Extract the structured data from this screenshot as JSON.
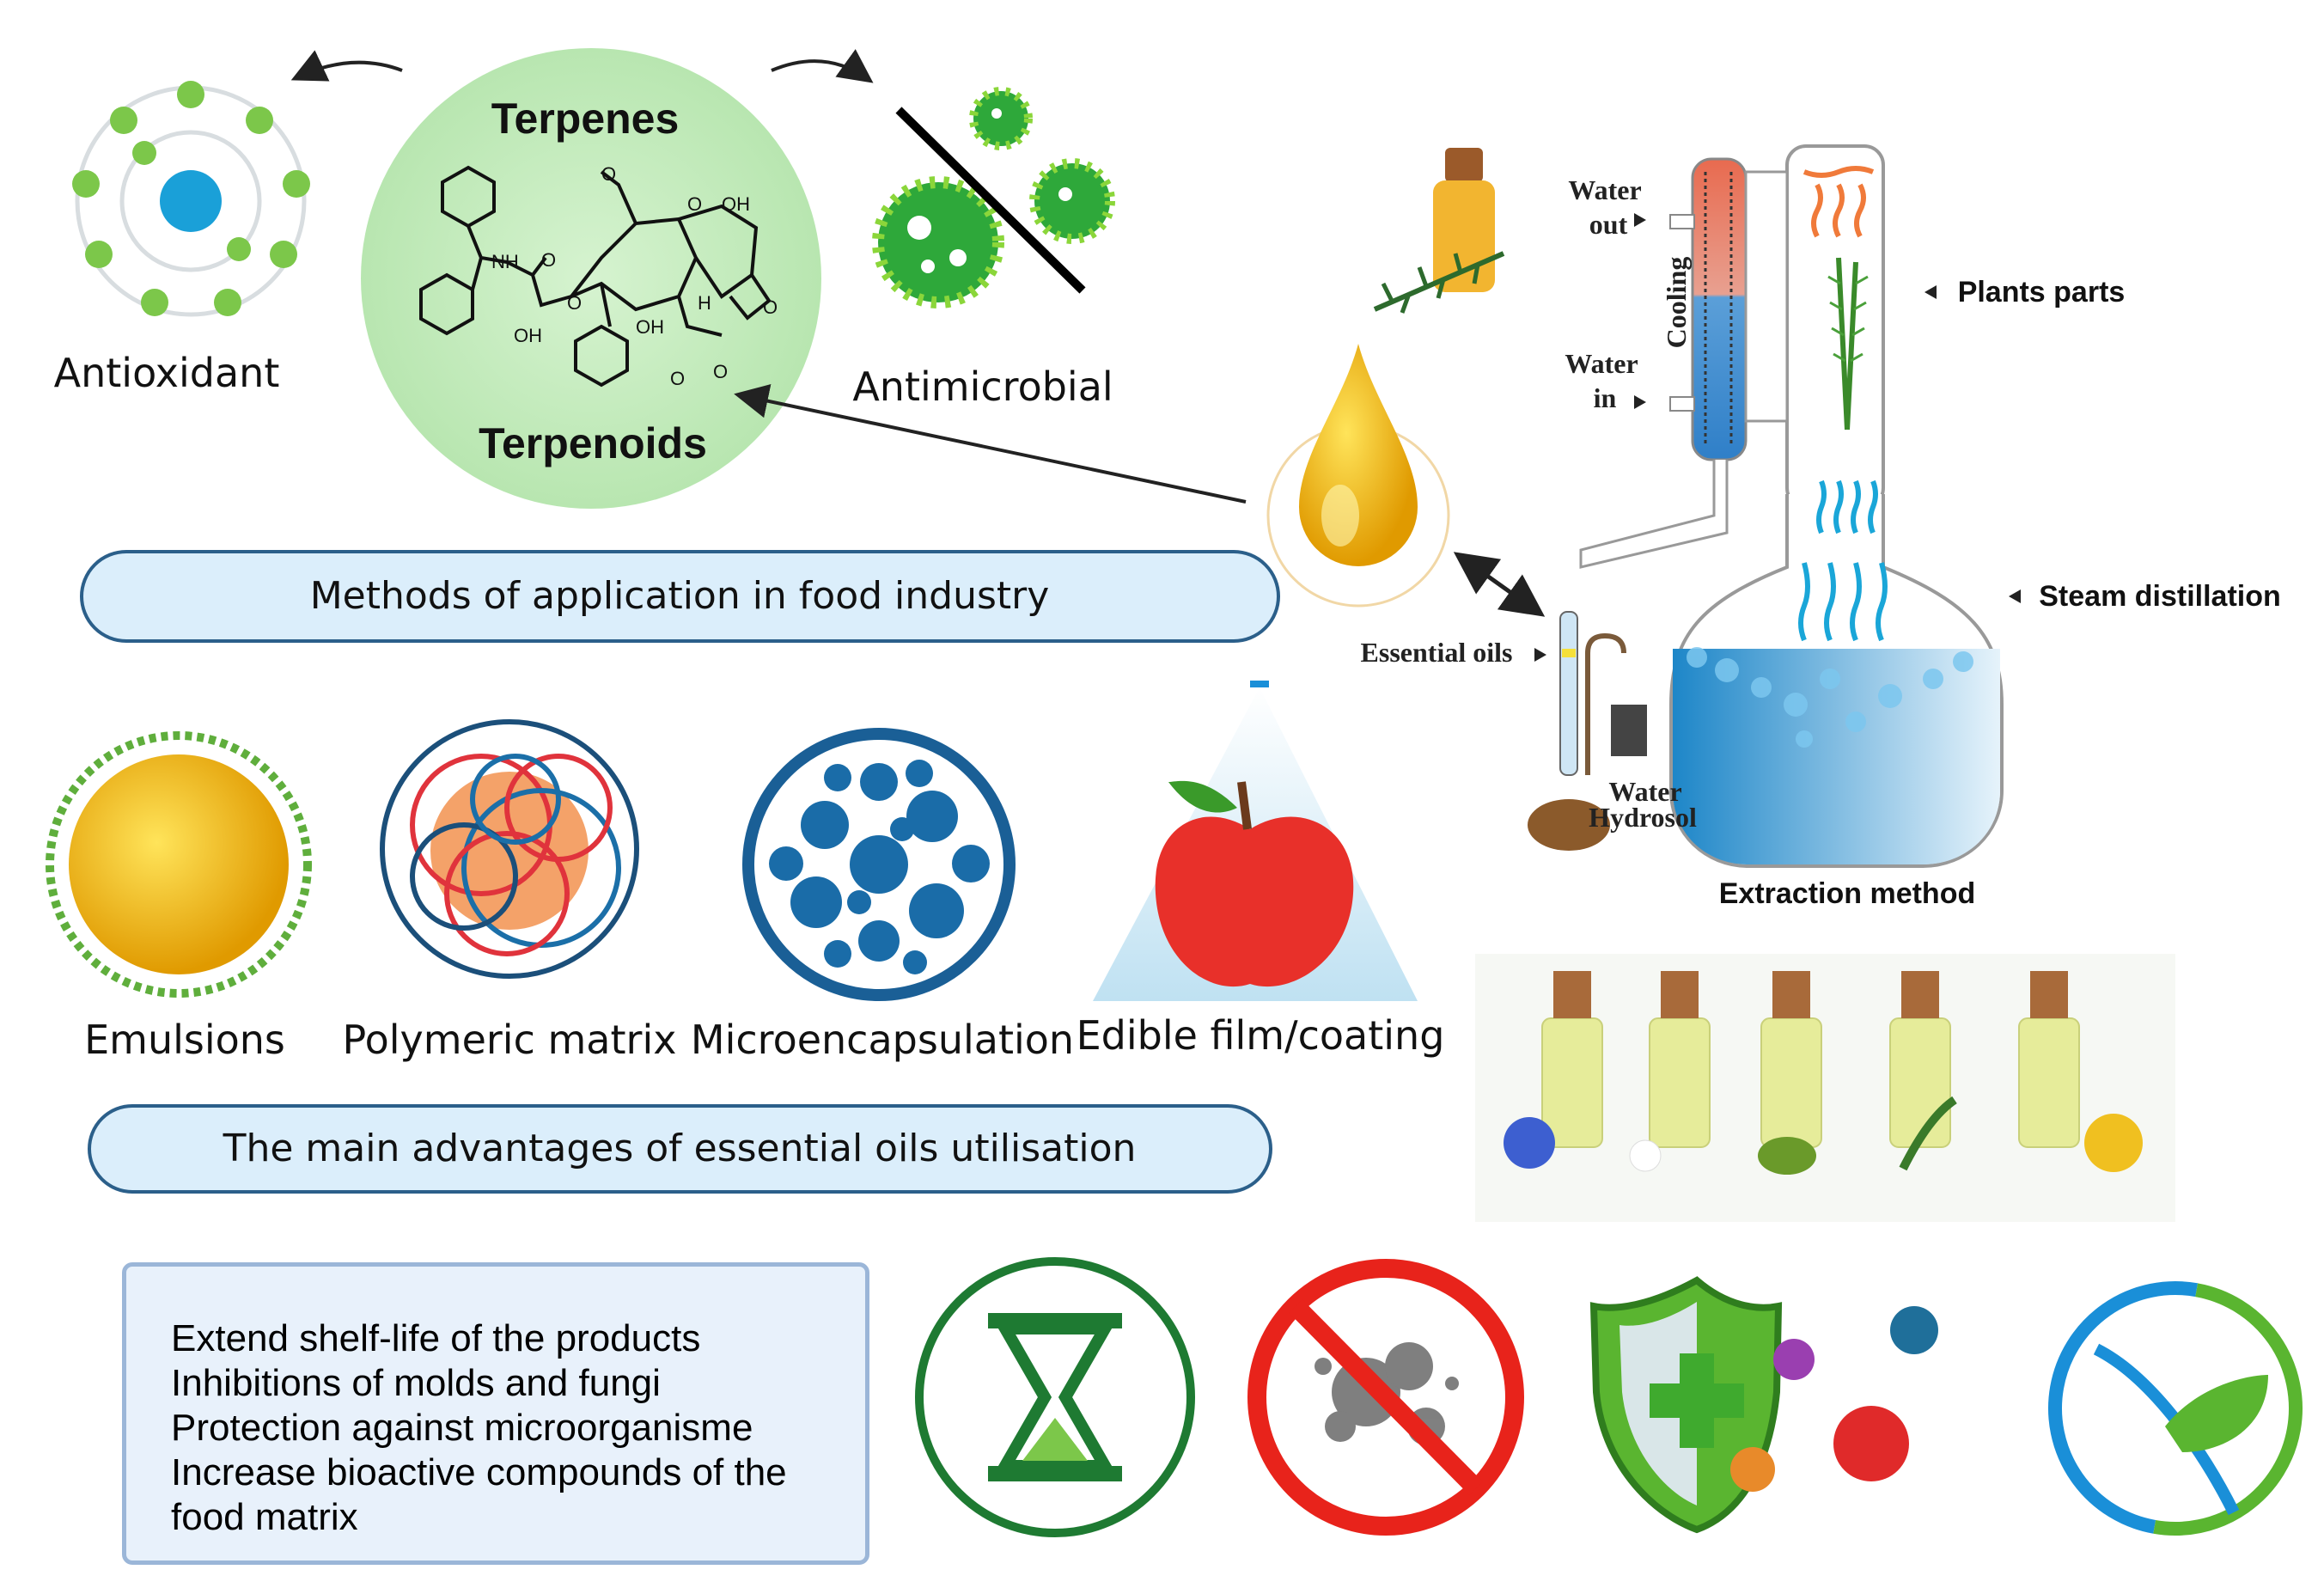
{
  "top": {
    "antioxidant_label": "Antioxidant",
    "terpenes_label": "Terpenes",
    "terpenoids_label": "Terpenoids",
    "antimicrobial_label": "Antimicrobial",
    "molecule_atoms": [
      "NH",
      "O",
      "OH",
      "O",
      "OH",
      "O",
      "O",
      "OH",
      "H",
      "O",
      "O",
      "O"
    ]
  },
  "methods_banner": "Methods of application in food industry",
  "methods": [
    {
      "label": "Emulsions"
    },
    {
      "label": "Polymeric matrix"
    },
    {
      "label": "Microencapsulation"
    },
    {
      "label": "Edible film/coating"
    }
  ],
  "advantages_banner": "The main advantages of essential oils utilisation",
  "advantages": [
    "Extend shelf-life of the products",
    "Inhibitions of molds and fungi",
    "Protection against microorganisme",
    "Increase bioactive compounds of the",
    "food matrix"
  ],
  "extraction": {
    "water_out": [
      "Water",
      "out"
    ],
    "water_in": [
      "Water",
      "in"
    ],
    "cooling": "Cooling",
    "plants_parts": "Plants parts",
    "steam_distillation": "Steam distillation",
    "essential_oils": "Essential oils",
    "water_hydrosol": [
      "Water",
      "Hydrosol"
    ],
    "title": "Extraction method"
  },
  "colors": {
    "green_circle": "#c9eec2",
    "pill_fill": "#dbeefb",
    "pill_border": "#2b5f8a",
    "box_fill": "#e8f1fb",
    "icon_green": "#1e7a32",
    "no_red": "#e8231b",
    "dna_blue": "#1a8fd8"
  }
}
